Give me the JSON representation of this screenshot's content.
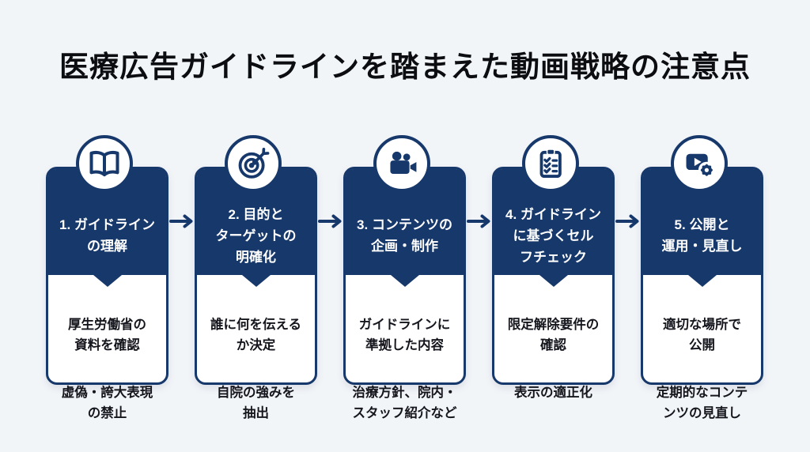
{
  "page": {
    "title": "医療広告ガイドラインを踏まえた動画戦略の注意点",
    "background_color": "#f2f5f8",
    "accent_color": "#17386b",
    "body_text_color": "#15161d"
  },
  "steps": [
    {
      "icon": "icon-book",
      "icon_name": "open-book-icon",
      "title": "1. ガイドライン\nの理解",
      "paragraphs": [
        "厚生労働省の\n資料を確認",
        "虚偽・誇大表現\nの禁止"
      ]
    },
    {
      "icon": "icon-target",
      "icon_name": "target-dart-icon",
      "title": "2. 目的と\nターゲットの\n明確化",
      "paragraphs": [
        "誰に何を伝える\nか決定",
        "自院の強みを\n抽出"
      ]
    },
    {
      "icon": "icon-camera",
      "icon_name": "video-camera-icon",
      "title": "3. コンテンツの\n企画・制作",
      "paragraphs": [
        "ガイドラインに\n準拠した内容",
        "治療方針、院内・\nスタッフ紹介など"
      ]
    },
    {
      "icon": "icon-checklist",
      "icon_name": "checklist-clipboard-icon",
      "title": "4. ガイドライン\nに基づくセル\nフチェック",
      "paragraphs": [
        "限定解除要件の\n確認",
        "表示の適正化"
      ]
    },
    {
      "icon": "icon-video-gear",
      "icon_name": "video-settings-icon",
      "title": "5. 公開と\n運用・見直し",
      "paragraphs": [
        "適切な場所で\n公開",
        "定期的なコンテ\nンツの見直し"
      ]
    }
  ]
}
